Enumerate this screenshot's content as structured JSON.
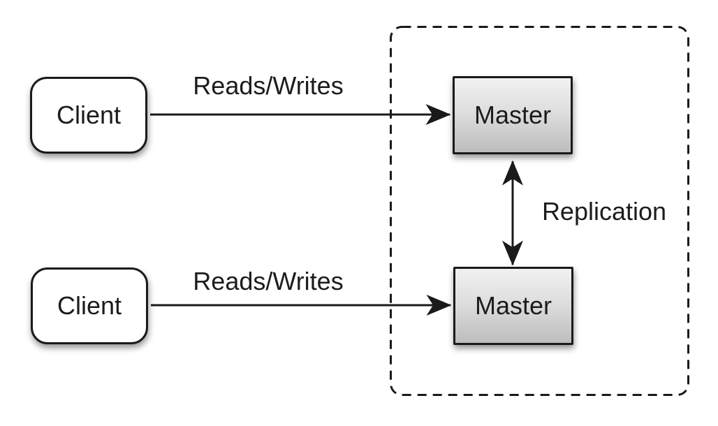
{
  "colors": {
    "stroke": "#1a1a1a",
    "text": "#1c1c1c",
    "client-fill": "#ffffff",
    "master-grad-top": "#f1f1f1",
    "master-grad-mid": "#dedede",
    "master-grad-bottom": "#bdbdbd",
    "background": "#ffffff"
  },
  "nodes": {
    "client_top": {
      "label": "Client"
    },
    "client_bottom": {
      "label": "Client"
    },
    "master_top": {
      "label": "Master"
    },
    "master_bottom": {
      "label": "Master"
    }
  },
  "edges": {
    "client_top_to_master_top": {
      "label": "Reads/Writes",
      "direction": "right"
    },
    "client_bottom_to_master_bottom": {
      "label": "Reads/Writes",
      "direction": "right"
    },
    "master_to_master": {
      "label": "Replication",
      "direction": "both"
    }
  }
}
